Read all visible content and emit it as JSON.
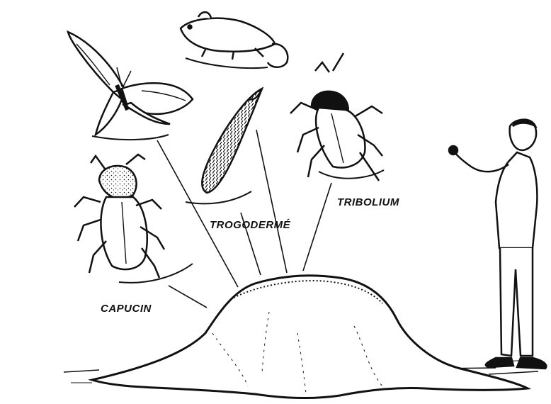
{
  "labels": {
    "capucin": "CAPUCIN",
    "trogoderme": "TROGODERMÉ",
    "tribolium": "TRIBOLIUM"
  },
  "subjects": [
    {
      "name": "moth",
      "labelled": false
    },
    {
      "name": "rodent",
      "labelled": false
    },
    {
      "name": "trogoderma-larva",
      "label_ref": "trogoderme"
    },
    {
      "name": "tribolium-beetle",
      "label_ref": "tribolium"
    },
    {
      "name": "capucin-beetle",
      "label_ref": "capucin"
    }
  ],
  "colors": {
    "ink": "#111111",
    "paper": "#ffffff"
  },
  "icons": [
    "moth-icon",
    "mouse-icon",
    "larva-icon",
    "beetle-icon",
    "person-icon",
    "grain-heap-icon"
  ]
}
